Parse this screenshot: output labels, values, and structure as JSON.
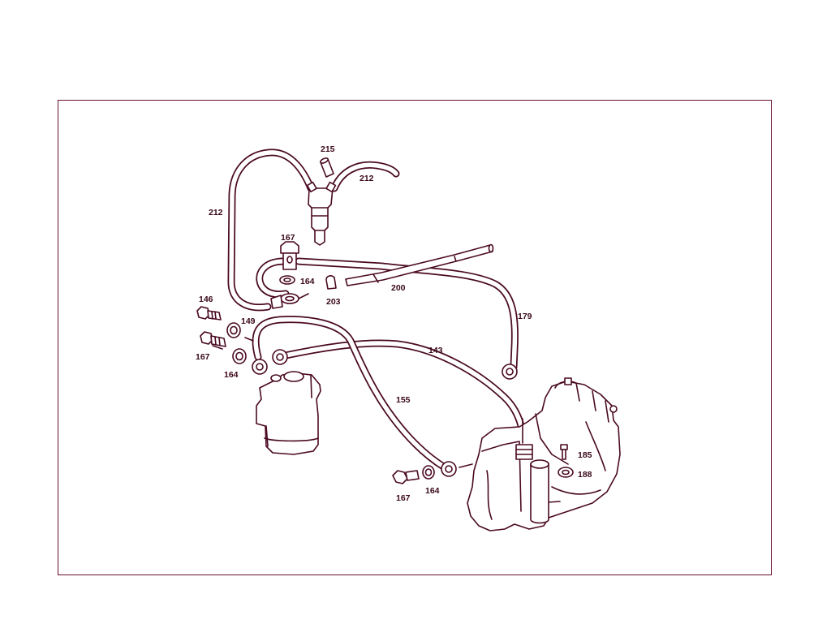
{
  "labels": {
    "l215": "215",
    "l212a": "212",
    "l212b": "212",
    "l167a": "167",
    "l164a": "164",
    "l203": "203",
    "l200": "200",
    "l146": "146",
    "l149": "149",
    "l167b": "167",
    "l164b": "164",
    "l179": "179",
    "l143": "143",
    "l155": "155",
    "l185": "185",
    "l188": "188",
    "l167c": "167",
    "l164c": "164"
  },
  "colors": {
    "line": "#4a0a22",
    "frame": "#6b1030",
    "text": "#3a0818"
  }
}
